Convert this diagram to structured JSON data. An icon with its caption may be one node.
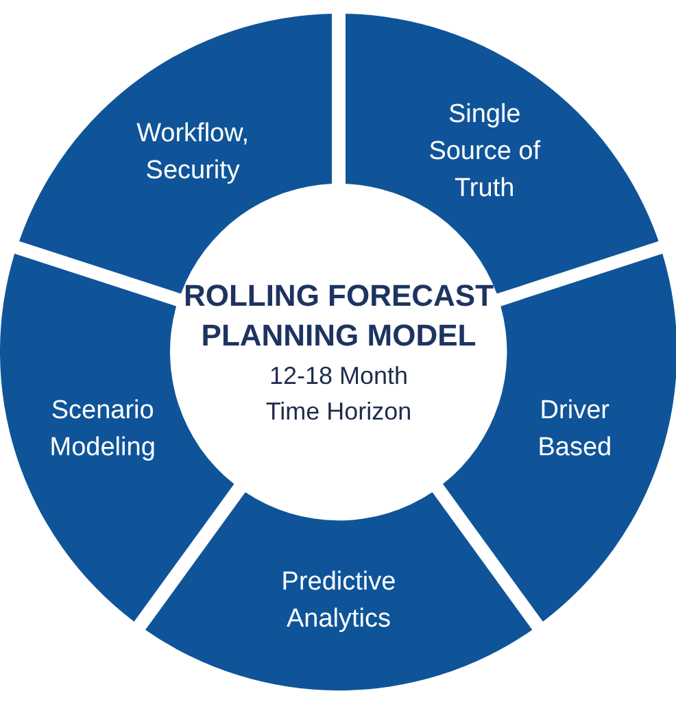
{
  "diagram": {
    "nodes": [
      {
        "text": [
          "Workflow, Security"
        ]
      },
      {
        "text": [
          "Single Source of Truth"
        ]
      },
      {
        "text": [
          "ROLLING FORECAST PLANNING MODEL",
          "12-18 Month Time Horizon"
        ]
      },
      {
        "text": [
          "Scenario Modeling"
        ]
      },
      {
        "text": [
          "Driver Based"
        ]
      },
      {
        "text": [
          "Predictive Analytics"
        ]
      }
    ]
  }
}
